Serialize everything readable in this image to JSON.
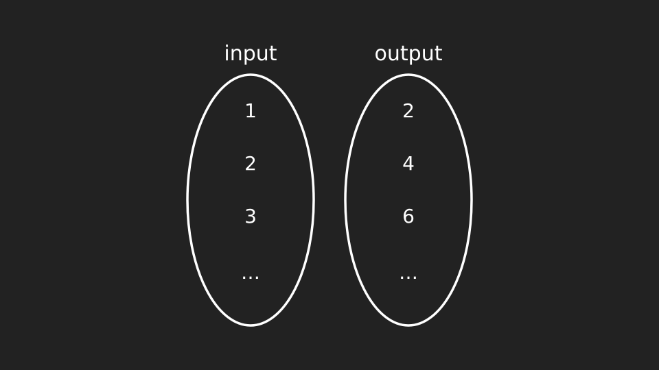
{
  "palette": {
    "background": "#222222",
    "foreground": "#ffffff"
  },
  "diagram": {
    "sets": [
      {
        "label": "input",
        "items": [
          "1",
          "2",
          "3",
          "…"
        ]
      },
      {
        "label": "output",
        "items": [
          "2",
          "4",
          "6",
          "…"
        ]
      }
    ]
  }
}
